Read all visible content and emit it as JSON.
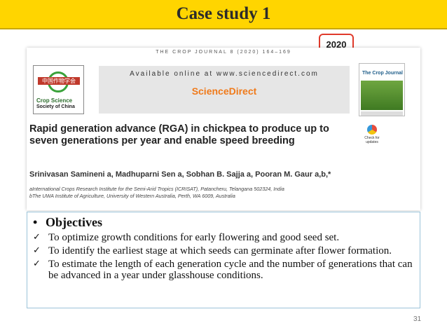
{
  "slide": {
    "title": "Case study 1",
    "year_callout": "2020",
    "page_number": "31"
  },
  "paper": {
    "journal_line": "THE CROP JOURNAL 8 (2020) 164–169",
    "logo_band": "中国作物学会",
    "logo_text1": "Crop Science",
    "logo_text2": "Society of China",
    "available_online": "Available online at www.sciencedirect.com",
    "publisher": "ScienceDirect",
    "cover_title": "The Crop Journal",
    "check_updates": "Check for updates",
    "title": "Rapid generation advance (RGA) in chickpea to produce up to seven generations per year and enable speed breeding",
    "authors": "Srinivasan Samineni a, Madhuparni Sen a, Sobhan B. Sajja a, Pooran M. Gaur a,b,*",
    "affiliations": [
      "aInternational Crops Research Institute for the Semi-Arid Tropics (ICRISAT), Patancheru, Telangana 502324, India",
      "bThe UWA Institute of Agriculture, University of Western Australia, Perth, WA 6009, Australia"
    ]
  },
  "objectives": {
    "heading": "Objectives",
    "bullet": "•",
    "items": [
      "To optimize growth conditions for early flowering and good seed set.",
      "To identify the earliest stage at which seeds can germinate after flower formation.",
      "To estimate the length of each generation cycle and the number of generations that can be advanced in a year under glasshouse conditions."
    ]
  },
  "colors": {
    "title_bar": "#ffd500",
    "callout_border": "#e03a2b",
    "sciencedirect": "#f07a1a",
    "objectives_border": "#9cc3d9"
  }
}
